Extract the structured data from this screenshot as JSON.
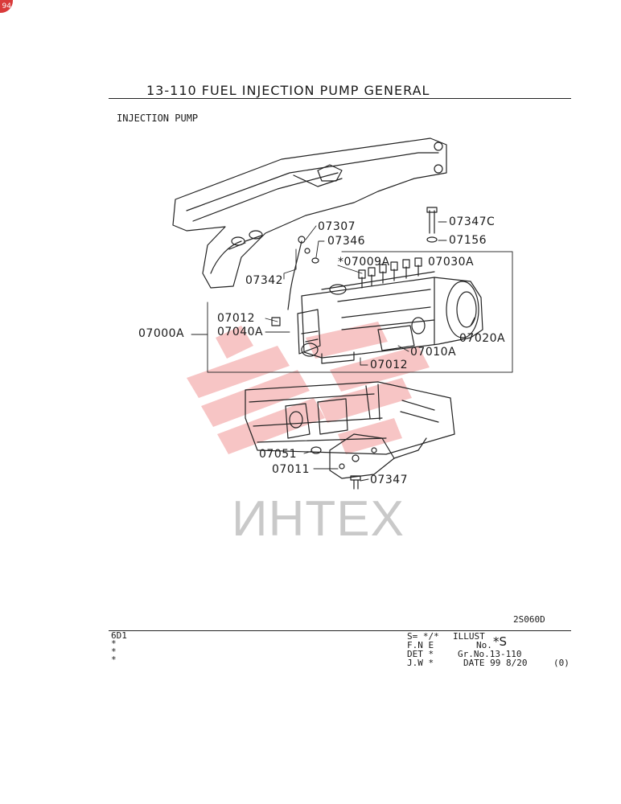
{
  "page_badge": "94",
  "header": {
    "title": "13-110  FUEL INJECTION PUMP GENERAL",
    "section": "INJECTION PUMP"
  },
  "parts": {
    "p07307": "07307",
    "p07346": "07346",
    "p07342": "07342",
    "p07347C": "07347C",
    "p07156": "07156",
    "p07009A": "*07009A",
    "p07030A": "07030A",
    "p07012a": "07012",
    "p07040A": "07040A",
    "p07000A": "07000A",
    "p07020A": "07020A",
    "p07010A": "07010A",
    "p07012b": "07012",
    "p07051": "07051",
    "p07011": "07011",
    "p07347": "07347"
  },
  "watermark": {
    "text": "ИНТЕХ",
    "color": "#f08080"
  },
  "illustration_code": "2S060D",
  "footer": {
    "model": "6D1",
    "marks": [
      "*",
      "*",
      "*"
    ],
    "s_line": "S= */*",
    "illust_label": "ILLUST",
    "no_label": "No.",
    "illust_no": "*S",
    "fne": "F.N E",
    "det": "DET *",
    "jw": "J.W *",
    "gr_no": "Gr.No.13-110",
    "date": "DATE  99 8/20",
    "rev": "(0)"
  }
}
